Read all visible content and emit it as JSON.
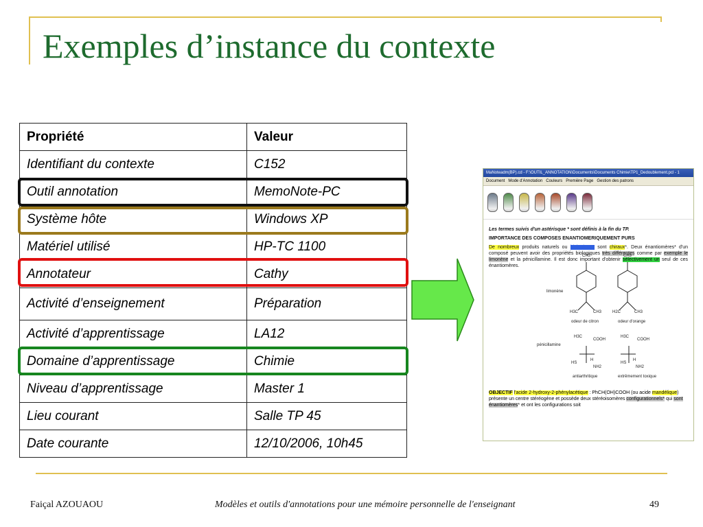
{
  "slide": {
    "title": "Exemples d’instance du contexte"
  },
  "table": {
    "headers": [
      "Propriété",
      "Valeur"
    ],
    "rows": [
      [
        "Identifiant du contexte",
        "C152"
      ],
      [
        "Outil annotation",
        "MemoNote-PC"
      ],
      [
        "Système hôte",
        "Windows XP"
      ],
      [
        "Matériel utilisé",
        "HP-TC 1100"
      ],
      [
        "Annotateur",
        "Cathy"
      ],
      [
        "Activité d’enseignement",
        "Préparation"
      ],
      [
        "Activité d’apprentissage",
        "LA12"
      ],
      [
        "Domaine d’apprentissage",
        "Chimie"
      ],
      [
        "Niveau d’apprentissage",
        "Master 1"
      ],
      [
        "Lieu courant",
        "Salle TP 45"
      ],
      [
        "Date courante",
        "12/10/2006, 10h45"
      ]
    ]
  },
  "highlight_colors": {
    "black": "#111111",
    "gold": "#9b7a1d",
    "red": "#e01010",
    "green": "#17861f"
  },
  "arrow": {
    "fill": "#66e84a",
    "stroke": "#2a8a1a",
    "icon": "right-arrow-icon"
  },
  "screenshot": {
    "titlebar": "MaNoteadm(BP).cd - F:\\OUTIL_ANNOTATION\\Documents\\Documents Chimie\\TP1_Dedoublement.pcl - 1",
    "menu": [
      "Document",
      "Mode d'Annotation",
      "Couleurs",
      "Première Page",
      "Gestion des patrons"
    ],
    "pen_colors": [
      "#6c7a8a",
      "#4f8a4a",
      "#c8b84a",
      "#b8643a",
      "#a84a2a",
      "#5a3a8a",
      "#7a2a3a"
    ],
    "note": "Les termes suivis d'un astérisque * sont définis à la fin du TP.",
    "heading": "IMPORTANCE DES COMPOSES ENANTIOMERIQUEMENT PURS",
    "para": {
      "hl1": "De nombreux",
      "t1": " produits naturels ou ",
      "hl2": "biologiques",
      "t2": " sont ",
      "hl3": "chiraux",
      "t3": "*. Deux énantiomères* d'un composé peuvent avoir des propriétés biologiques ",
      "hl4": "très différentes",
      "t4": " comme par ",
      "hl5": "exemple le limonène",
      "t5": " et la pénicillamine. Il est donc important d'obtenir ",
      "hl6": "sélectivement un",
      "t6": " seul de ces énantiomères."
    },
    "mol": {
      "limonene": "limonène",
      "citron": "odeur de citron",
      "orange": "odeur d'orange",
      "penicillamine": "pénicillamine",
      "antiarthritique": "antiarthritique",
      "toxique": "extrêmement toxique",
      "ch3": "CH3",
      "h3c": "H3C",
      "h2c": "H2C",
      "cooh": "COOH",
      "hs": "HS",
      "h": "H",
      "nh2": "NH2"
    },
    "objective": {
      "label": "OBJECTIF",
      "hl1": "l'acide 2-hydroxy-2-phénylacétique",
      "t1": " : PhCH(OH)COOH (ou acide ",
      "hl2": "mandélique",
      "t2": ") présente un centre stéréogène et possède deux stéréoisomères ",
      "hl3": "configurationnels*",
      "t3": " qui ",
      "hl4": "sont énantiomères",
      "t4": "* et ont les configurations soit"
    }
  },
  "footer": {
    "author": "Faiçal AZOUAOU",
    "caption": "Modèles et outils d'annotations pour une mémoire personnelle de l'enseignant",
    "page": "49"
  }
}
